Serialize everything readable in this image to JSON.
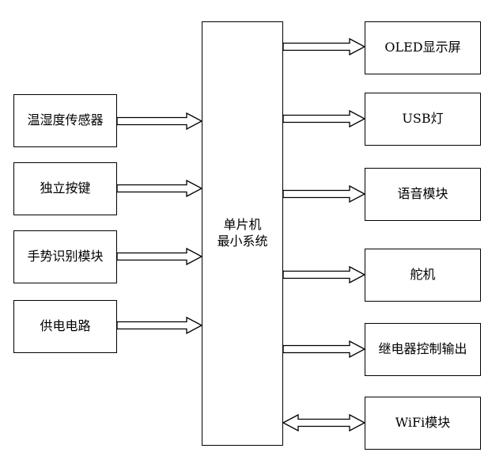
{
  "diagram": {
    "center": {
      "line1": "单片机",
      "line2": "最小系统"
    },
    "inputs": [
      {
        "label": "温湿度传感器"
      },
      {
        "label": "独立按键"
      },
      {
        "label": "手势识别模块"
      },
      {
        "label": "供电电路"
      }
    ],
    "outputs": [
      {
        "label": "OLED显示屏",
        "direction": "out"
      },
      {
        "label": "USB灯",
        "direction": "out"
      },
      {
        "label": "语音模块",
        "direction": "out"
      },
      {
        "label": "舵机",
        "direction": "out"
      },
      {
        "label": "继电器控制输出",
        "direction": "out"
      },
      {
        "label": "WiFi模块",
        "direction": "both"
      }
    ]
  }
}
